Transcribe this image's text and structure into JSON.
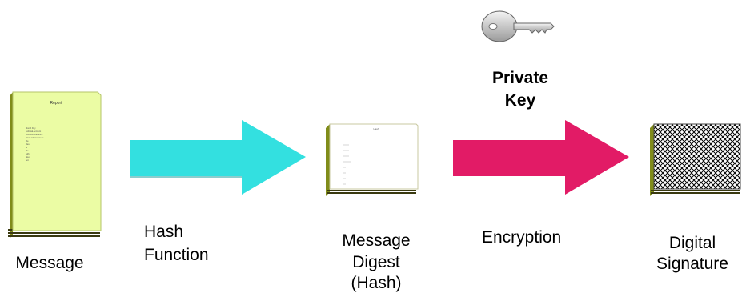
{
  "diagram": {
    "message_doc": {
      "title": "Report",
      "lines": [
        "Month Day",
        "subtotal Account",
        "contains reference",
        "client information to",
        "the",
        "files",
        "of",
        "the",
        "with",
        "also",
        "not"
      ]
    },
    "hash_doc": {
      "title": "Hash"
    },
    "labels": {
      "message": "Message",
      "hash_function_line1": "Hash",
      "hash_function_line2": "Function",
      "digest_line1": "Message",
      "digest_line2": "Digest",
      "digest_line3": "(Hash)",
      "private_key_line1": "Private",
      "private_key_line2": "Key",
      "encryption": "Encryption",
      "signature_line1": "Digital",
      "signature_line2": "Signature"
    },
    "colors": {
      "doc_fill": "#ebfca4",
      "doc_side": "#808c1a",
      "hash_arrow": "#33e0e0",
      "encrypt_arrow": "#e21b66",
      "key_fill": "#d4d4d4"
    }
  }
}
